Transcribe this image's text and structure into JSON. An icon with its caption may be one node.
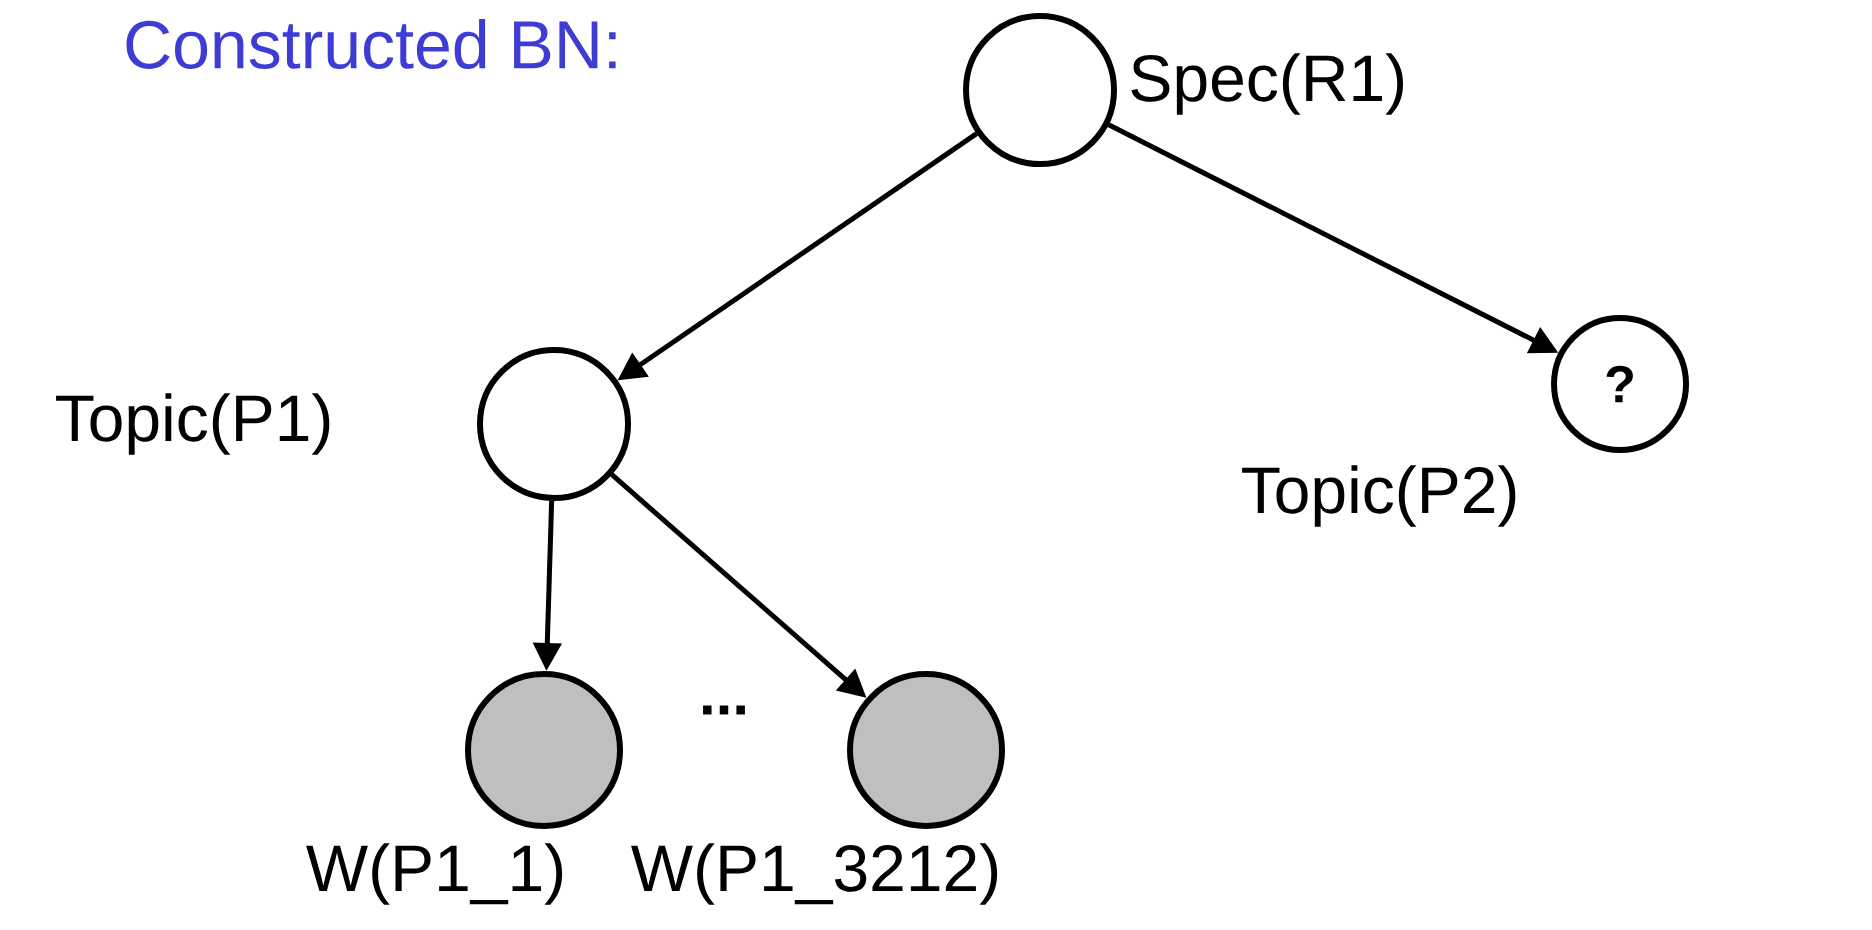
{
  "diagram": {
    "title": "Constructed BN:",
    "nodes": [
      {
        "text": [],
        "shape": "circle",
        "beside": [
          "Spec(R1)"
        ]
      },
      {
        "text": [],
        "shape": "circle",
        "beside": [
          "Topic(P1)"
        ]
      },
      {
        "text": [
          "?"
        ],
        "beside": [
          "Topic(P2)"
        ]
      },
      {
        "text": [],
        "shape": "circle",
        "beside": [
          "W(P1_1)"
        ]
      },
      {
        "text": [],
        "shape": "circle",
        "beside": [
          "W(P1_3212)"
        ]
      }
    ],
    "edges": [
      {
        "from": 0,
        "to": 1,
        "arrow": "to"
      },
      {
        "from": 0,
        "to": 2,
        "arrow": "to"
      },
      {
        "from": 1,
        "to": 3,
        "arrow": "to"
      },
      {
        "from": 1,
        "to": 4,
        "arrow": "to"
      }
    ],
    "labels": [
      "..."
    ]
  }
}
